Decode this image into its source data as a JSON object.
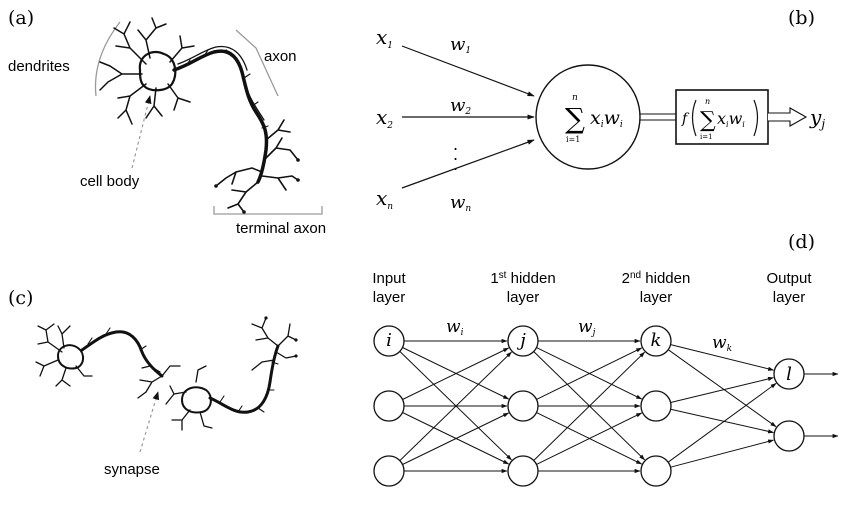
{
  "panels": {
    "a": {
      "label": "(a)",
      "dendrites": "dendrites",
      "axon": "axon",
      "cell_body": "cell body",
      "terminal_axon": "terminal axon"
    },
    "b": {
      "label": "(b)",
      "inputs": [
        {
          "x": "x",
          "sub": "1"
        },
        {
          "x": "x",
          "sub": "2"
        },
        {
          "x": "x",
          "sub": "n"
        }
      ],
      "weights": [
        {
          "w": "w",
          "sub": "1"
        },
        {
          "w": "w",
          "sub": "2"
        },
        {
          "w": "w",
          "sub": "n"
        }
      ],
      "dots": ".",
      "sum_symbol": "∑",
      "sum_upper": "n",
      "sum_lower": "i=1",
      "sum_term_x": "x",
      "sum_term_w": "w",
      "sum_index": "i",
      "func": "f",
      "output": "y",
      "output_sub": "j"
    },
    "c": {
      "label": "(c)",
      "synapse": "synapse"
    },
    "d": {
      "label": "(d)",
      "layers": [
        {
          "line1": "Input",
          "line2": "layer",
          "sup": ""
        },
        {
          "line1": "1",
          "sup": "st",
          "rest": " hidden",
          "line2": "layer"
        },
        {
          "line1": "2",
          "sup": "nd",
          "rest": " hidden",
          "line2": "layer"
        },
        {
          "line1": "Output",
          "line2": "layer",
          "sup": ""
        }
      ],
      "node_labels": [
        "i",
        "j",
        "k",
        "l"
      ],
      "weights": [
        {
          "w": "w",
          "sub": "i"
        },
        {
          "w": "w",
          "sub": "j"
        },
        {
          "w": "w",
          "sub": "k"
        }
      ],
      "layer_sizes": [
        3,
        3,
        3,
        2
      ]
    }
  }
}
